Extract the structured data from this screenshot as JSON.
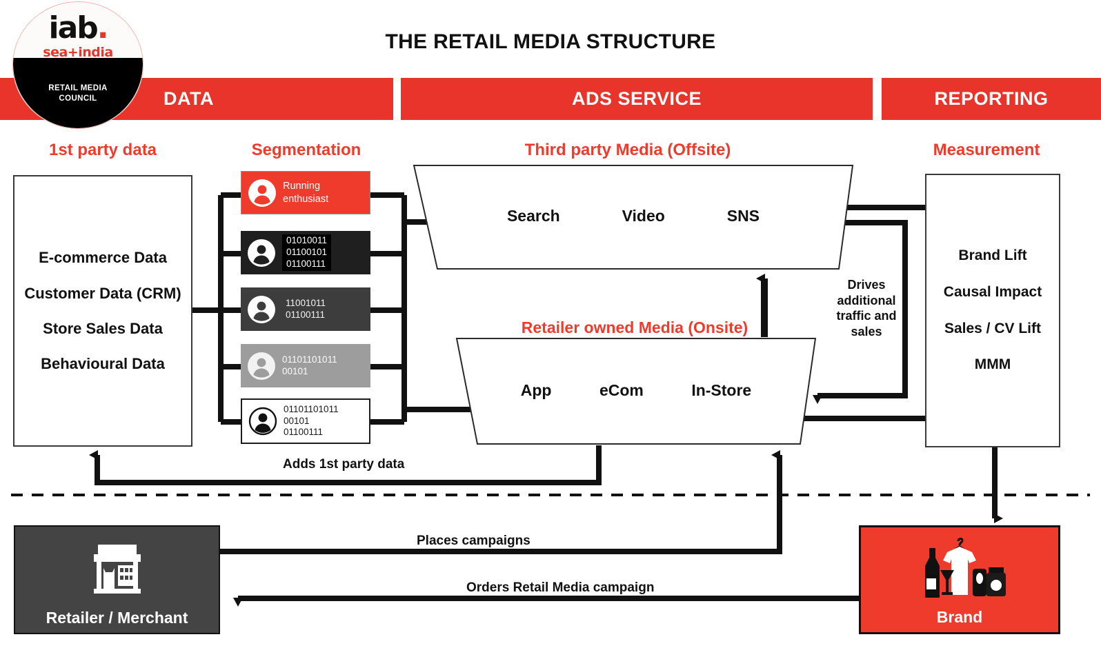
{
  "logo": {
    "brand": "iab",
    "dot": ".",
    "sub": "sea+india",
    "council_line1": "RETAIL MEDIA",
    "council_line2": "COUNCIL"
  },
  "header": {
    "title": "THE RETAIL MEDIA STRUCTURE",
    "banners": {
      "data": "DATA",
      "ads_service": "ADS SERVICE",
      "reporting": "REPORTING"
    },
    "accent_red": "#ef3b2c"
  },
  "columns": {
    "first_party_heading": "1st party data",
    "segmentation_heading": "Segmentation",
    "third_party_heading": "Third party Media (Offsite)",
    "onsite_heading": "Retailer owned Media (Onsite)",
    "measurement_heading": "Measurement"
  },
  "first_party_box": {
    "items": [
      "E-commerce Data",
      "Customer Data\n(CRM)",
      "Store Sales Data",
      "Behavioural Data"
    ]
  },
  "segmentation": {
    "cards": [
      {
        "label": "Running\nenthusiast",
        "style": "red",
        "icon": "person-avatar-icon"
      },
      {
        "label": "01010011\n01100101\n01100111",
        "style": "black",
        "icon": "person-avatar-icon"
      },
      {
        "label": "11001011\n01100111",
        "style": "dark-grey",
        "icon": "person-avatar-icon"
      },
      {
        "label": "01101101011\n00101",
        "style": "grey",
        "icon": "person-avatar-icon"
      },
      {
        "label": "01101101011\n00101\n01100111",
        "style": "white",
        "icon": "person-avatar-icon"
      }
    ]
  },
  "offsite_media": {
    "channels": [
      "Search",
      "Video",
      "SNS"
    ]
  },
  "onsite_media": {
    "channels": [
      "App",
      "eCom",
      "In-Store"
    ]
  },
  "measurement_box": {
    "items": [
      "Brand Lift",
      "Causal\nImpact",
      "Sales /\nCV Lift",
      "MMM"
    ]
  },
  "flow_labels": {
    "drives": "Drives\nadditional\ntraffic and\nsales",
    "adds_first_party": "Adds 1st party data",
    "places_campaigns": "Places campaigns",
    "orders_campaign": "Orders Retail Media campaign"
  },
  "actors": {
    "retailer": {
      "label": "Retailer / Merchant",
      "icon": "storefront-icon"
    },
    "brand": {
      "label": "Brand",
      "icon": "products-icon"
    }
  }
}
